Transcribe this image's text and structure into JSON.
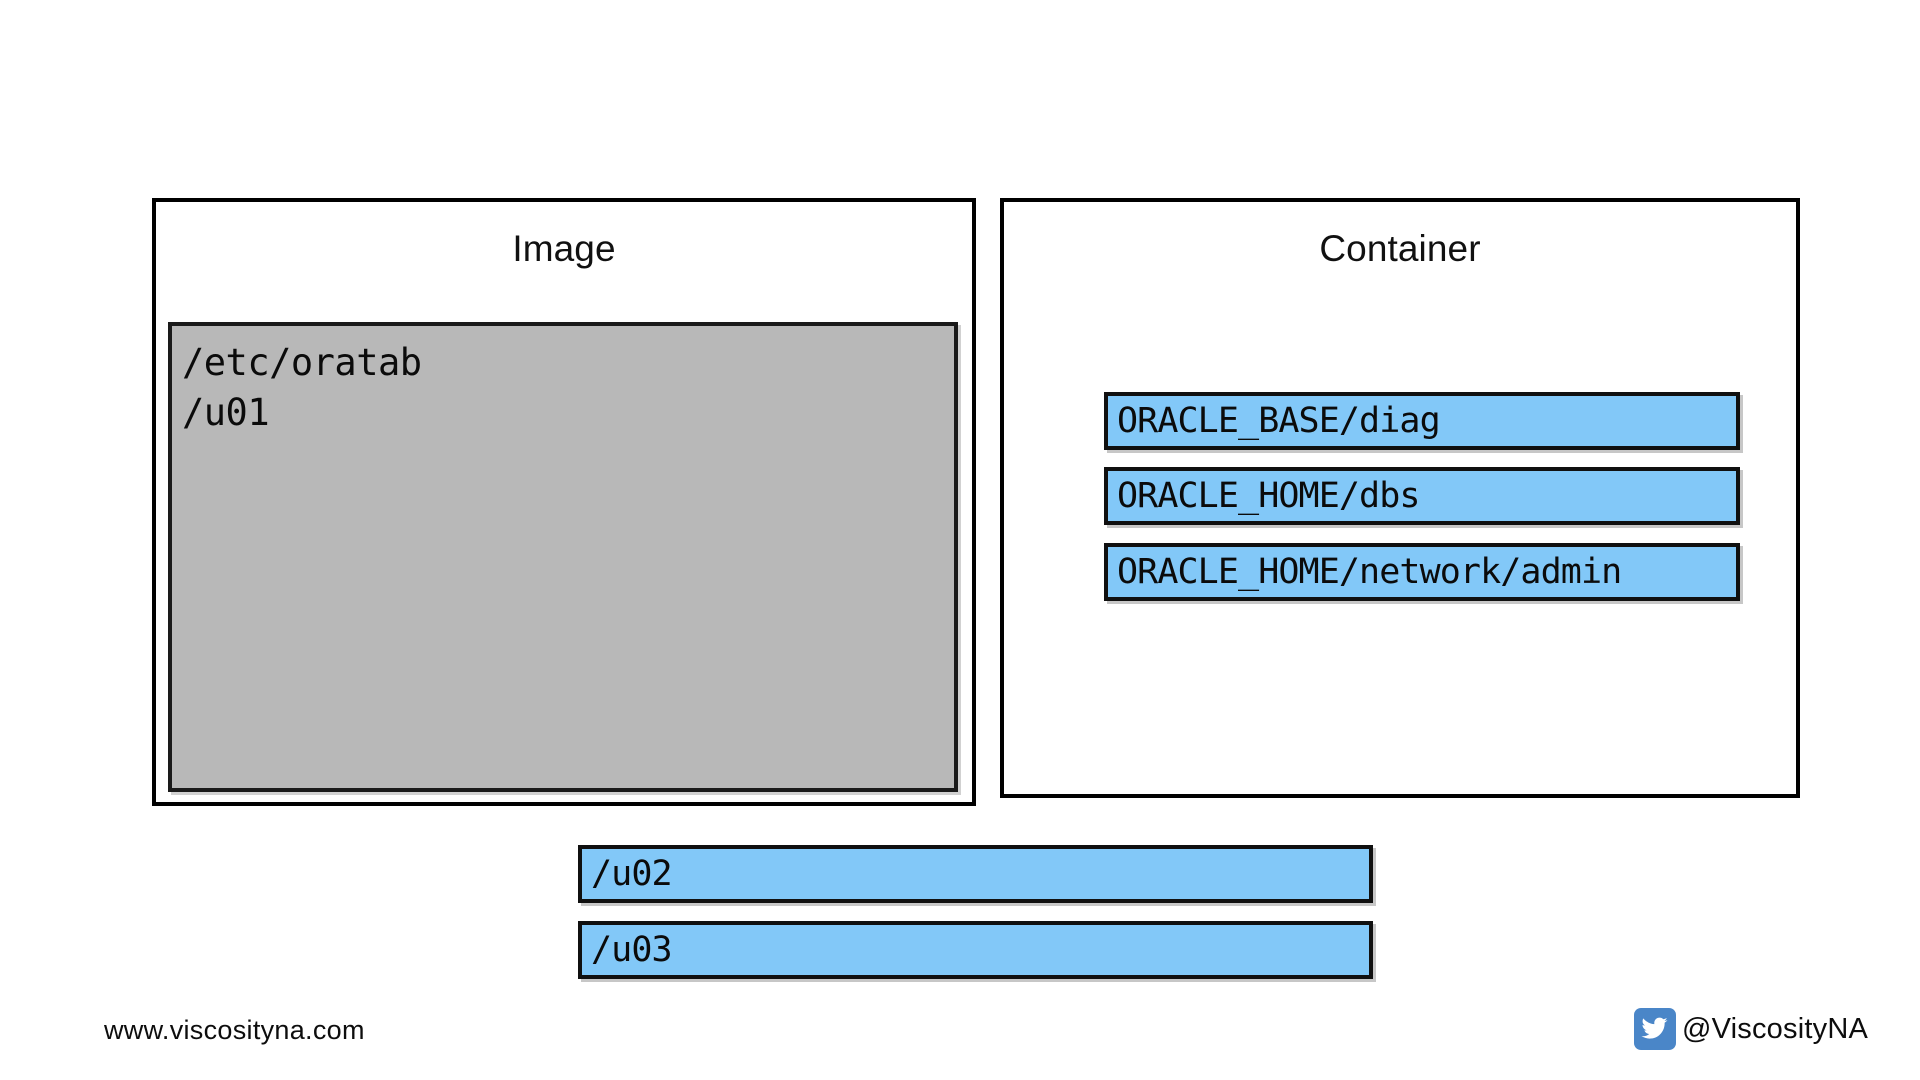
{
  "diagram": {
    "panels": [
      {
        "id": "image",
        "title": "Image",
        "layer_lines": [
          "/etc/oratab",
          "/u01"
        ]
      },
      {
        "id": "container",
        "title": "Container",
        "mounts": [
          "ORACLE_BASE/diag",
          "ORACLE_HOME/dbs",
          "ORACLE_HOME/network/admin"
        ]
      }
    ],
    "external_volumes": [
      "/u02",
      "/u03"
    ],
    "colors": {
      "image_layer_fill": "#b8b8b8",
      "volume_fill": "#82c8f8",
      "outline": "#000000",
      "twitter_blue": "#4a86c8"
    }
  },
  "footer": {
    "website": "www.viscosityna.com",
    "social_handle": "@ViscosityNA",
    "social_icon": "twitter-icon"
  }
}
